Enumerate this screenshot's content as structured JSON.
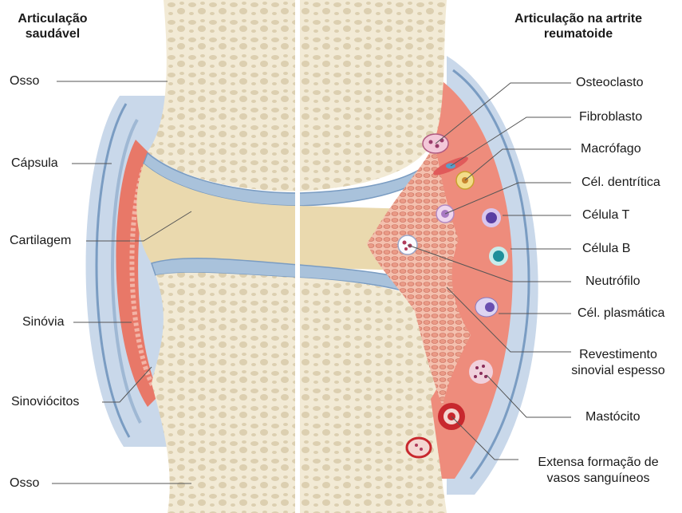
{
  "titles": {
    "left": "Articulação\nsaudável",
    "right": "Articulação na artrite\nreumatoide"
  },
  "left_labels": {
    "osso_top": "Osso",
    "capsula": "Cápsula",
    "cartilagem": "Cartilagem",
    "sinovia": "Sinóvia",
    "sinoviocitos": "Sinoviócitos",
    "osso_bottom": "Osso"
  },
  "right_labels": {
    "osteoclasto": "Osteoclasto",
    "fibroblasto": "Fibroblasto",
    "macrofago": "Macrófago",
    "dendritica": "Cél. dentrítica",
    "celula_t": "Célula T",
    "celula_b": "Célula B",
    "neutrofilo": "Neutrófilo",
    "plasmatica": "Cél. plasmática",
    "revestimento": "Revestimento\nsinovial espesso",
    "mastocito": "Mastócito",
    "vasos": "Extensa formação de\nvasos sanguíneos"
  },
  "colors": {
    "bone": "#f2ead5",
    "bone_texture": "#d9cdb0",
    "capsule": "#b8cbe0",
    "capsule_dark": "#7a9cc2",
    "synovium": "#e87868",
    "synovial_fluid": "#f5c4b8",
    "cartilage": "#a9c2db",
    "fluid": "#ead9ae",
    "leader": "#555555"
  }
}
